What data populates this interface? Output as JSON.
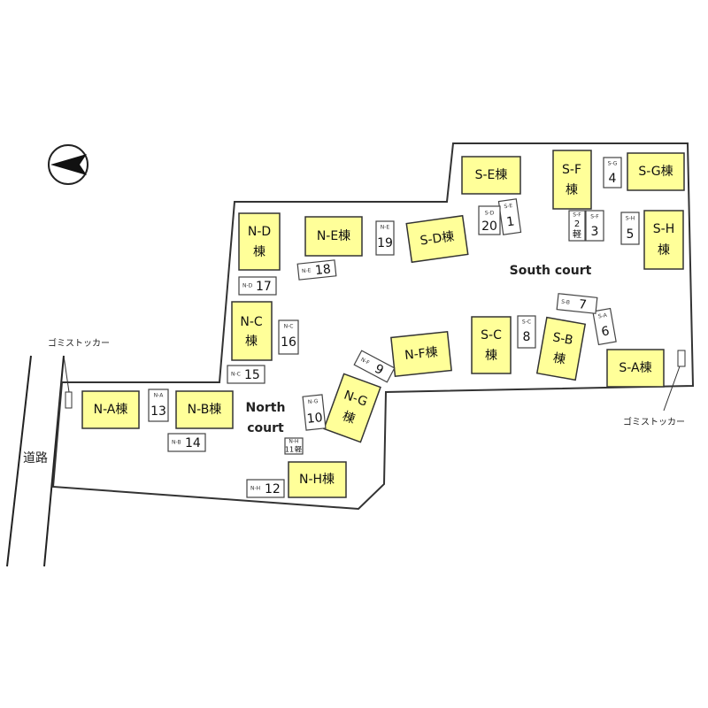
{
  "buildings": {
    "na": "N-A棟",
    "nb": "N-B棟",
    "nc_top": "N-C",
    "nc_bottom": "棟",
    "nd_top": "N-D",
    "nd_bottom": "棟",
    "ne": "N-E棟",
    "nf": "N-F棟",
    "ng_top": "N-G",
    "ng_bottom": "棟",
    "nh": "N-H棟",
    "sa": "S-A棟",
    "sb_top": "S-B",
    "sb_bottom": "棟",
    "sc_top": "S-C",
    "sc_bottom": "棟",
    "sd": "S-D棟",
    "se": "S-E棟",
    "sf_top": "S-F",
    "sf_bottom": "棟",
    "sg": "S-G棟",
    "sh_top": "S-H",
    "sh_bottom": "棟"
  },
  "lots": {
    "l1_code": "S-E",
    "l1": "1",
    "l2_code": "S-F",
    "l2": "2",
    "l2_extra": "軽",
    "l3_code": "S-F",
    "l3": "3",
    "l4_code": "S-G",
    "l4": "4",
    "l5_code": "S-H",
    "l5": "5",
    "l6_code": "S-A",
    "l6": "6",
    "l7_code": "S-B",
    "l7": "7",
    "l8_code": "S-C",
    "l8": "8",
    "l9_code": "N-F",
    "l9": "9",
    "l10_code": "N-G",
    "l10": "10",
    "l11_code": "N-H",
    "l11": "11",
    "l11_extra": "軽",
    "l12_code": "N-H",
    "l12": "12",
    "l13_code": "N-A",
    "l13": "13",
    "l14_code": "N-B",
    "l14": "14",
    "l15_code": "N-C",
    "l15": "15",
    "l16_code": "N-C",
    "l16": "16",
    "l17_code": "N-D",
    "l17": "17",
    "l18_code": "N-E",
    "l18": "18",
    "l19_code": "N-E",
    "l19": "19",
    "l20_code": "S-D",
    "l20": "20"
  },
  "courts": {
    "south": "South court",
    "north_line1": "North",
    "north_line2": "court"
  },
  "labels": {
    "garbage_left": "ゴミストッカー",
    "garbage_right": "ゴミストッカー",
    "road": "道路"
  },
  "colors": {
    "building_fill": "#ffff99"
  }
}
